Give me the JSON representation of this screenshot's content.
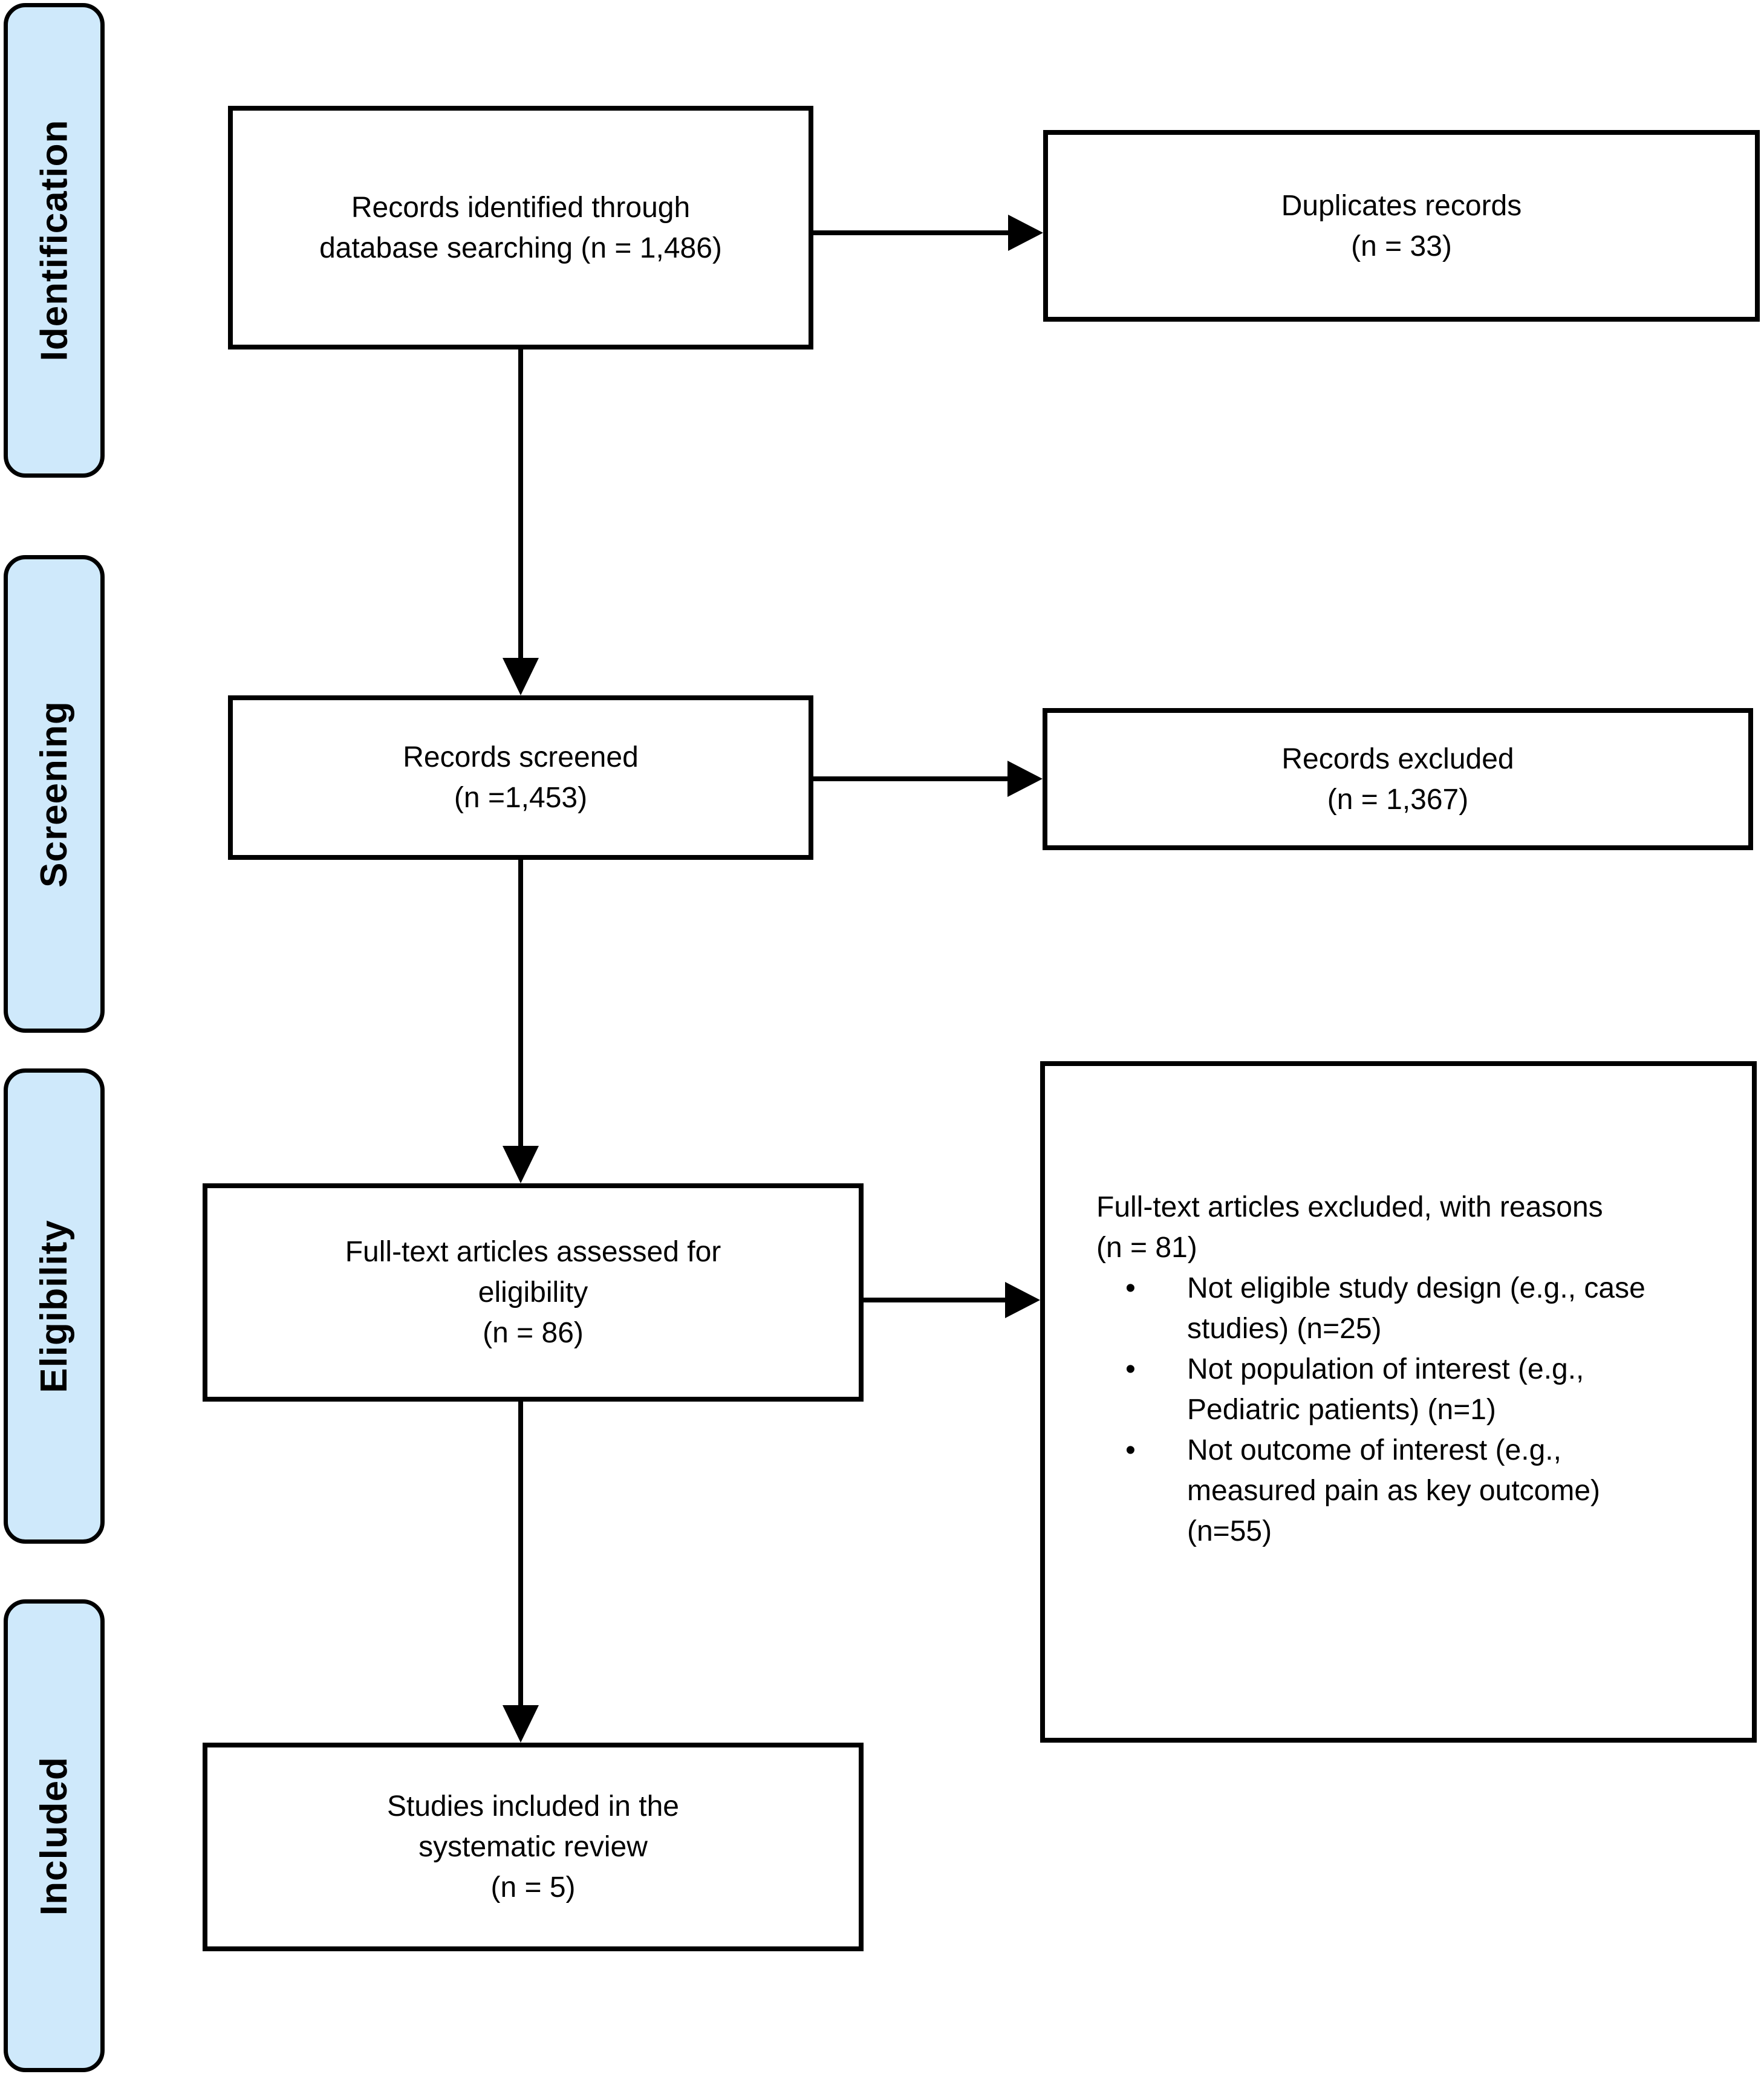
{
  "diagram": {
    "stages": [
      {
        "label": "Identification"
      },
      {
        "label": "Screening"
      },
      {
        "label": "Eligibility"
      },
      {
        "label": "Included"
      }
    ],
    "boxes": {
      "identified": {
        "lines": [
          "Records identified through",
          "database searching (n = 1,486)"
        ]
      },
      "duplicates": {
        "lines": [
          "Duplicates records",
          "(n = 33)"
        ]
      },
      "screened": {
        "lines": [
          "Records screened",
          "(n =1,453)"
        ]
      },
      "records_excluded": {
        "lines": [
          "Records excluded",
          "(n = 1,367)"
        ]
      },
      "fulltext_assessed": {
        "lines": [
          "Full-text articles assessed for",
          "eligibility",
          "(n = 86)"
        ]
      },
      "fulltext_excluded": {
        "title": "Full-text articles excluded, with reasons",
        "count": "(n = 81)",
        "bullet_icon": "•",
        "reasons": [
          {
            "lines": [
              "Not eligible study design (e.g., case",
              "studies) (n=25)"
            ]
          },
          {
            "lines": [
              "Not population of interest (e.g.,",
              "Pediatric patients) (n=1)"
            ]
          },
          {
            "lines": [
              "Not outcome of interest (e.g.,",
              "measured pain as key outcome)",
              "(n=55)"
            ]
          }
        ]
      },
      "included": {
        "lines": [
          "Studies included in the",
          "systematic review",
          "(n = 5)"
        ]
      }
    },
    "colors": {
      "stage_fill": "#cfe9fb",
      "line": "#000000",
      "box_bg": "#ffffff"
    }
  }
}
